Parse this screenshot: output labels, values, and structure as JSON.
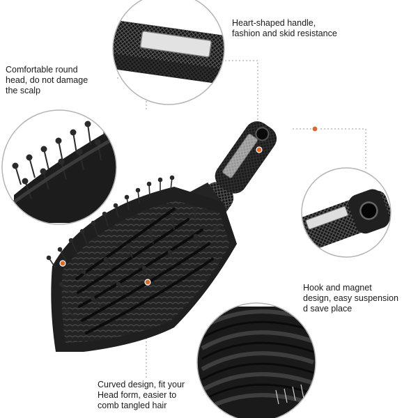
{
  "callouts": {
    "handle": "Heart-shaped handle,\nfashion and skid resistance",
    "head": "Comfortable round\nhead, do not damage\nthe scalp",
    "hook": "Hook and magnet\ndesign, easy suspension\nd save place",
    "curved": "Curved design, fit your\nHead form, easier to\ncomb tangled hair"
  },
  "colors": {
    "brush_body": "#1c1c1c",
    "bristle": "#2a2a2a",
    "accent_dot": "#d9692f",
    "connector": "#9a9a9a",
    "lens_border": "#b5b5b5"
  },
  "icons": {
    "product": "vented-hair-brush"
  }
}
